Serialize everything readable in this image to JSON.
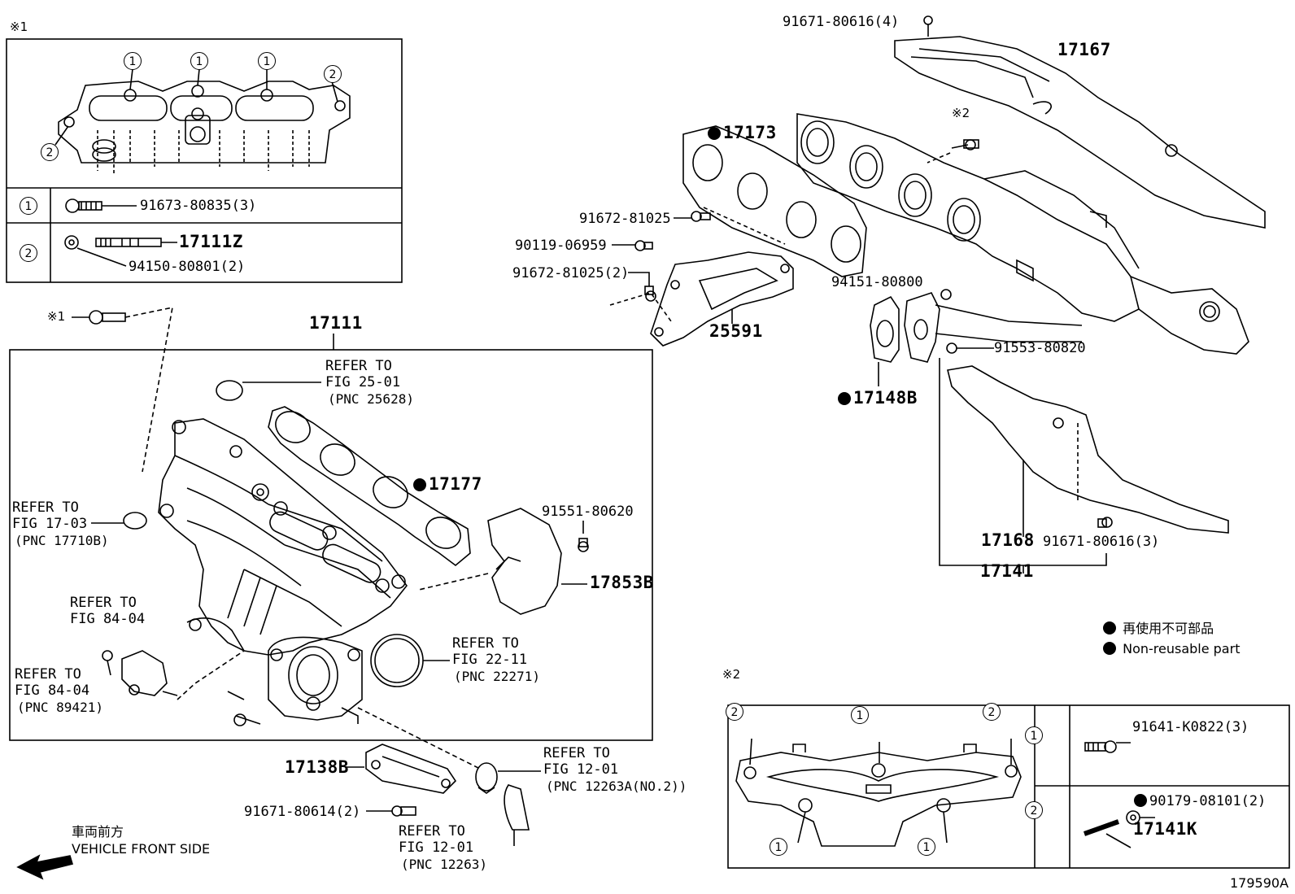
{
  "diagram_id": "179590A",
  "inset1": {
    "mark": "※1",
    "legend": [
      {
        "num": "1",
        "parts": [
          "91673-80835(3)"
        ]
      },
      {
        "num": "2",
        "parts": [
          "17111Z",
          "94150-80801(2)"
        ]
      }
    ],
    "callouts": [
      "1",
      "1",
      "1",
      "2",
      "2"
    ]
  },
  "inset2": {
    "mark": "※2",
    "legend": [
      {
        "num": "1",
        "parts": [
          "91641-K0822(3)"
        ]
      },
      {
        "num": "2",
        "parts": [
          "90179-08101(2)",
          "17141K"
        ]
      }
    ],
    "callouts": [
      "2",
      "1",
      "2",
      "1",
      "1"
    ]
  },
  "main_box": {
    "label": "17111"
  },
  "labels": {
    "mark1_bolt": "※1",
    "mark2_bolt": "※2",
    "p17167": "17167",
    "p17173": "17173",
    "p91671_80616_4": "91671-80616(4)",
    "p91672_81025": "91672-81025",
    "p90119_06959": "90119-06959",
    "p91672_81025_2": "91672-81025(2)",
    "p25591": "25591",
    "p94151_80800": "94151-80800",
    "p91553_80820": "91553-80820",
    "p17148B": "17148B",
    "p17168": "17168",
    "p17141": "17141",
    "p91671_80616_3": "91671-80616(3)",
    "p17177": "17177",
    "p91551_80620": "91551-80620",
    "p17853B": "17853B",
    "p17138B": "17138B",
    "p91671_80614_2": "91671-80614(2)"
  },
  "refs": [
    {
      "id": "r25",
      "line1": "REFER TO",
      "line2": "FIG 25-01",
      "line3": "(PNC 25628)"
    },
    {
      "id": "r17",
      "line1": "REFER TO",
      "line2": "FIG 17-03",
      "line3": "(PNC 17710B)"
    },
    {
      "id": "r84a",
      "line1": "REFER TO",
      "line2": "FIG 84-04",
      "line3": ""
    },
    {
      "id": "r84b",
      "line1": "REFER TO",
      "line2": "FIG 84-04",
      "line3": "(PNC 89421)"
    },
    {
      "id": "r22",
      "line1": "REFER TO",
      "line2": "FIG 22-11",
      "line3": "(PNC 22271)"
    },
    {
      "id": "r12a",
      "line1": "REFER TO",
      "line2": "FIG 12-01",
      "line3": "(PNC 12263A(NO.2))"
    },
    {
      "id": "r12b",
      "line1": "REFER TO",
      "line2": "FIG 12-01",
      "line3": "(PNC 12263)"
    }
  ],
  "legend_note": {
    "jp": "再使用不可部品",
    "en": "Non-reusable part"
  },
  "front_side": {
    "jp": "車両前方",
    "en": "VEHICLE FRONT SIDE"
  }
}
